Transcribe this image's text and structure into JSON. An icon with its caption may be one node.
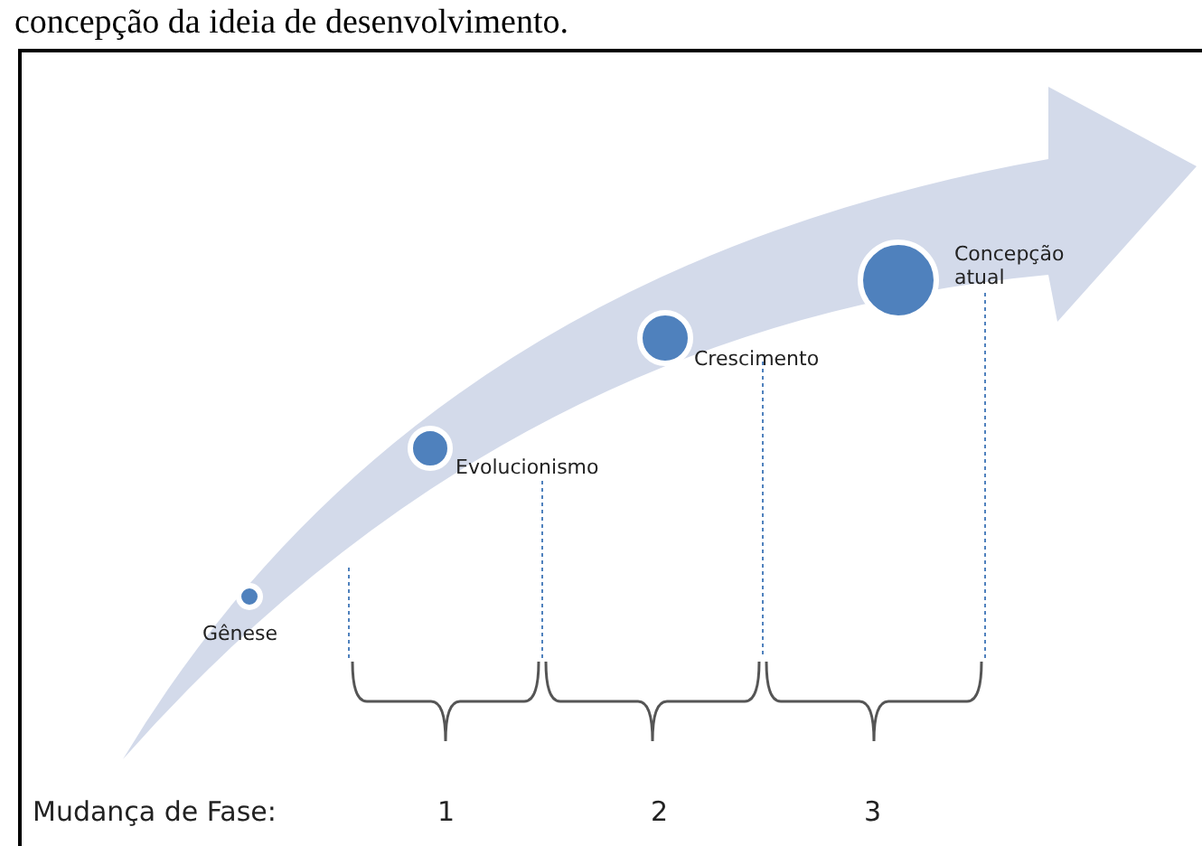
{
  "diagram": {
    "caption": "concepção da ideia de desenvolvimento.",
    "labels": [
      "Concepção atual",
      "Crescimento",
      "Evolucionismo",
      "Gênese",
      "Mudança de Fase:",
      "1",
      "2",
      "3"
    ]
  }
}
